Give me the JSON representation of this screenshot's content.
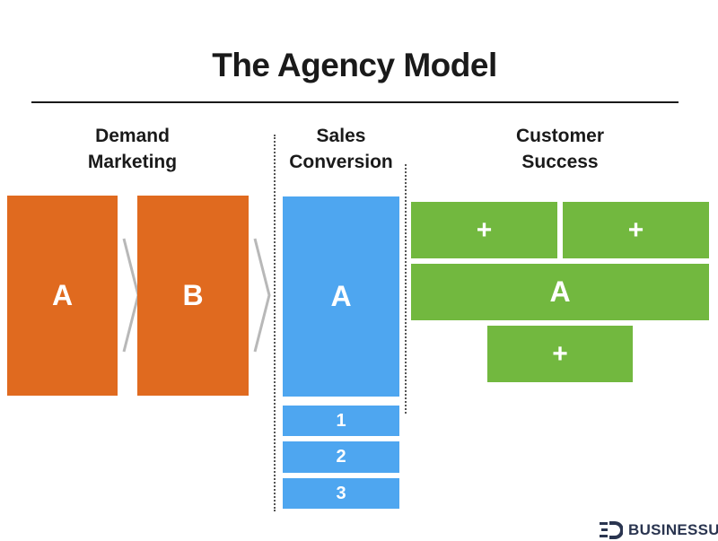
{
  "title": "The Agency Model",
  "columns": {
    "demand": {
      "line1": "Demand",
      "line2": "Marketing"
    },
    "sales": {
      "line1": "Sales",
      "line2": "Conversion"
    },
    "success": {
      "line1": "Customer",
      "line2": "Success"
    }
  },
  "demand_boxes": [
    {
      "label": "A"
    },
    {
      "label": "B"
    }
  ],
  "sales_boxes": {
    "main": "A",
    "steps": [
      "1",
      "2",
      "3"
    ]
  },
  "success_boxes": {
    "top_left": "+",
    "top_right": "+",
    "middle": "A",
    "bottom": "+"
  },
  "colors": {
    "demand": "#e06a1f",
    "sales": "#4ea6f0",
    "success": "#72b83f",
    "chevron": "#b8b8b8"
  },
  "logo": {
    "icon": "businessup-logo-icon",
    "text": "BUSINESSUP"
  }
}
